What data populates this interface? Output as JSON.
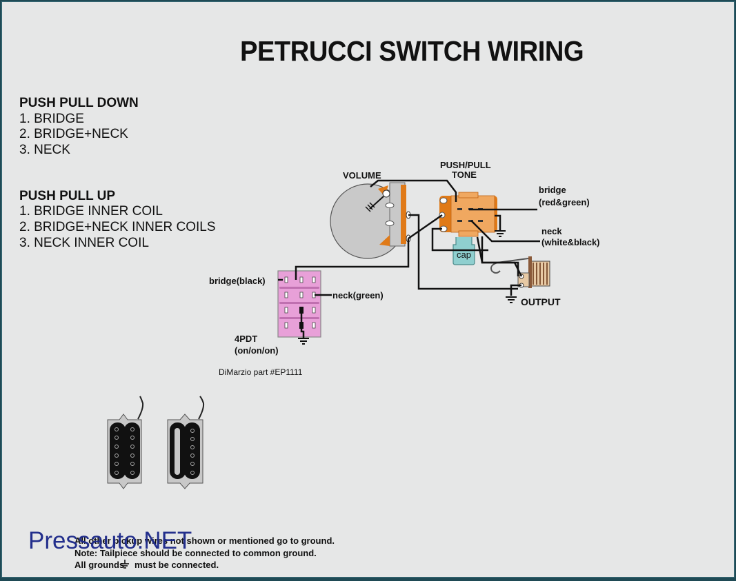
{
  "title": "PETRUCCI SWITCH WIRING",
  "push_pull_down": {
    "heading": "PUSH PULL DOWN",
    "items": [
      "1. BRIDGE",
      "2. BRIDGE+NECK",
      "3. NECK"
    ]
  },
  "push_pull_up": {
    "heading": "PUSH PULL UP",
    "items": [
      "1. BRIDGE INNER COIL",
      "2. BRIDGE+NECK INNER COILS",
      "3. NECK INNER COIL"
    ]
  },
  "labels": {
    "volume": "VOLUME",
    "tone_line1": "PUSH/PULL",
    "tone_line2": "TONE",
    "bridge_pp_line1": "bridge",
    "bridge_pp_line2": "(red&green)",
    "neck_pp_line1": "neck",
    "neck_pp_line2": "(white&black)",
    "cap": "cap",
    "output": "OUTPUT",
    "switch_bridge": "bridge(black)",
    "switch_neck": "neck(green)",
    "switch_type_line1": "4PDT",
    "switch_type_line2": "(on/on/on)",
    "part": "DiMarzio part #EP1111"
  },
  "notes": [
    "All other pickup wires not shown or mentioned go to ground.",
    "Note: Tailpiece should be connected to common ground.",
    "All grounds",
    "must be connected."
  ],
  "watermark": "Pressauto.NET",
  "colors": {
    "background": "#e6e7e7",
    "border": "#1f4a55",
    "pot_body": "#c9c9c9",
    "pot_lug": "#e07a18",
    "tone_body": "#f0a860",
    "tone_edge": "#e07a18",
    "cap": "#8fcfcf",
    "switch": "#e8a0d8",
    "jack": "#8a5a3a",
    "watermark": "#1d2a8a"
  }
}
